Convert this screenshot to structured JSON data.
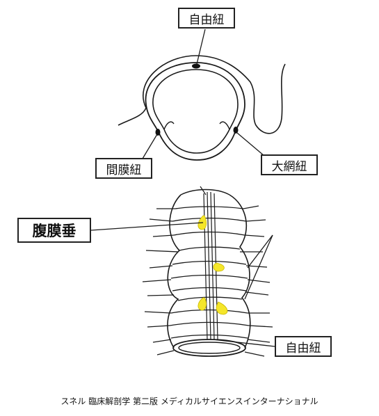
{
  "labels": {
    "top_tenia": "自由紐",
    "mesocolic_tenia": "間膜紐",
    "omental_tenia": "大網紐",
    "appendices": "腹膜垂",
    "lower_tenia": "自由紐"
  },
  "caption": "スネル  臨床解剖学  第二版  メディカルサイエンスインターナショナル",
  "colors": {
    "line": "#1a1a1a",
    "fat_appendix": "#f5e62a",
    "background": "#ffffff"
  }
}
